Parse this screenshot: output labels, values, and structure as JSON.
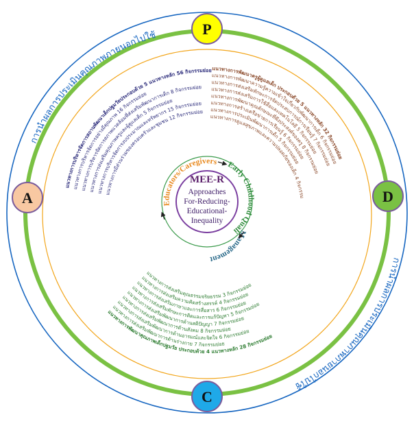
{
  "cycle": {
    "nodes": {
      "top": {
        "label": "P",
        "color": "#ffff00"
      },
      "left": {
        "label": "A",
        "color": "#f8c8a2"
      },
      "right": {
        "label": "D",
        "color": "#7ac143"
      },
      "bottom": {
        "label": "C",
        "color": "#1fa9e8"
      }
    },
    "outer_texts": {
      "top_left": "การนำผลการประเมินคุณภาพภายนอกไปใช้",
      "bottom_right": "การนำผลการประเมินคุณภาพภายนอกไปใช้"
    }
  },
  "center": {
    "title": "MEE-R",
    "lines": [
      "Approaches",
      "For-Reducing-",
      "Educational-",
      "Inequality"
    ],
    "ring_labels": {
      "top": "Educators/Caregivers",
      "right": "Early Childhood Quality",
      "bottom": "Management"
    }
  },
  "quadrants": {
    "admin": {
      "color": "#2a2a7a",
      "heading": "แนวทางการบริหารจัดการสถานพัฒนาเด็กปฐมวัยประกอบด้วย 5 แนวทางหลัก 56 กิจกรรมย่อย",
      "lines": [
        "แนวทางการบริหารจัดการอย่างมีคุณภาพ 16 กิจกรรมย่อย",
        "แนวทางการบริหารจัดการสภาพแวดล้อมที่ส่งเสริมพัฒนาการเด็ก 8 กิจกรรมย่อย",
        "แนวทางการส่งเสริมคุณภาพครูและผู้ดูแลเด็ก 5 กิจกรรมย่อย",
        "แนวทางการบริหารจัดการงบประมาณและทรัพยากร 15 กิจกรรมย่อย",
        "แนวทางการมีส่วนร่วมของครอบครัวและชุมชน 12 กิจกรรมย่อย"
      ]
    },
    "caregivers": {
      "color": "#8b4a2b",
      "heading": "แนวทางการพัฒนาครูผู้ดูแลเด็ก ประกอบด้วย 5 แนวทางหลัก 32 กิจกรรมย่อย",
      "lines": [
        "แนวทางการพัฒนาความรู้ความเข้าใจเกี่ยวกับพัฒนาการเด็ก 6 กิจกรรมย่อย",
        "แนวทางการส่งเสริมทักษะการจัดประสบการณ์การเรียนรู้ 7 กิจกรรมย่อย",
        "แนวทางการส่งเสริมการใช้สื่อและเทคโนโลยี 5 กิจกรรมย่อย",
        "แนวทางการพัฒนาคุณลักษณะที่พึงประสงค์ของครู 8 กิจกรรมย่อย",
        "แนวทางการสร้างเครือข่ายการเรียนรู้ 6 กิจกรรมย่อย",
        "แนวทางการประเมินพัฒนาการเด็ก 5 กิจกรรมย่อย",
        "แนวทางการดูแลสุขภาพและความปลอดภัยของเด็ก 4 กิจกรรมย่อย"
      ]
    },
    "quality": {
      "color": "#2e7d32",
      "heading": "แนวทางการพัฒนาคุณภาพเด็กปฐมวัย ประกอบด้วย 4 แนวทางหลัก 28 กิจกรรมย่อย",
      "lines": [
        "แนวทางการส่งเสริมพัฒนาการด้านร่างกาย 7 กิจกรรมย่อย",
        "แนวทางการส่งเสริมพัฒนาการด้านอารมณ์และจิตใจ 6 กิจกรรมย่อย",
        "แนวทางการส่งเสริมพัฒนาการด้านสังคม 8 กิจกรรมย่อย",
        "แนวทางการส่งเสริมพัฒนาการด้านสติปัญญา 7 กิจกรรมย่อย",
        "แนวทางการส่งเสริมทักษะการคิดและการแก้ปัญหา 5 กิจกรรมย่อย",
        "แนวทางการส่งเสริมภาษาและการสื่อสาร 6 กิจกรรมย่อย",
        "แนวทางการส่งเสริมความคิดสร้างสรรค์ 4 กิจกรรมย่อย",
        "แนวทางการส่งเสริมคุณธรรมจริยธรรม 3 กิจกรรมย่อย"
      ]
    }
  }
}
